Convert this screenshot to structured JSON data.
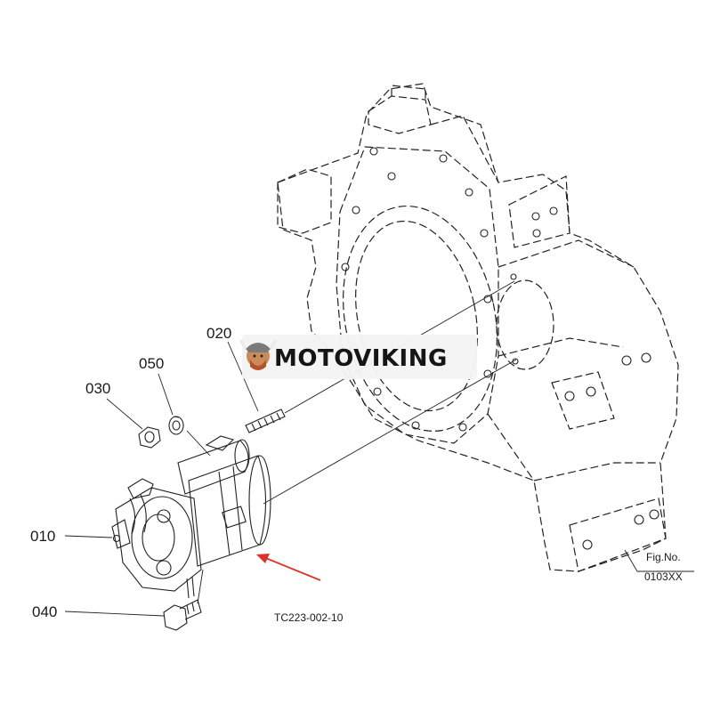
{
  "watermark": {
    "brand": "MOTOVIKING",
    "icon": "viking-mascot-icon"
  },
  "parts": [
    {
      "callout": "010"
    },
    {
      "callout": "020"
    },
    {
      "callout": "030"
    },
    {
      "callout": "040"
    },
    {
      "callout": "050"
    }
  ],
  "figure": {
    "fig_label": "Fig.No.",
    "fig_number": "0103XX",
    "drawing_code": "TC223-002-10"
  },
  "colors": {
    "line": "#222222",
    "arrow": "#d9342b",
    "watermark_bg": "#f4f4f4"
  }
}
